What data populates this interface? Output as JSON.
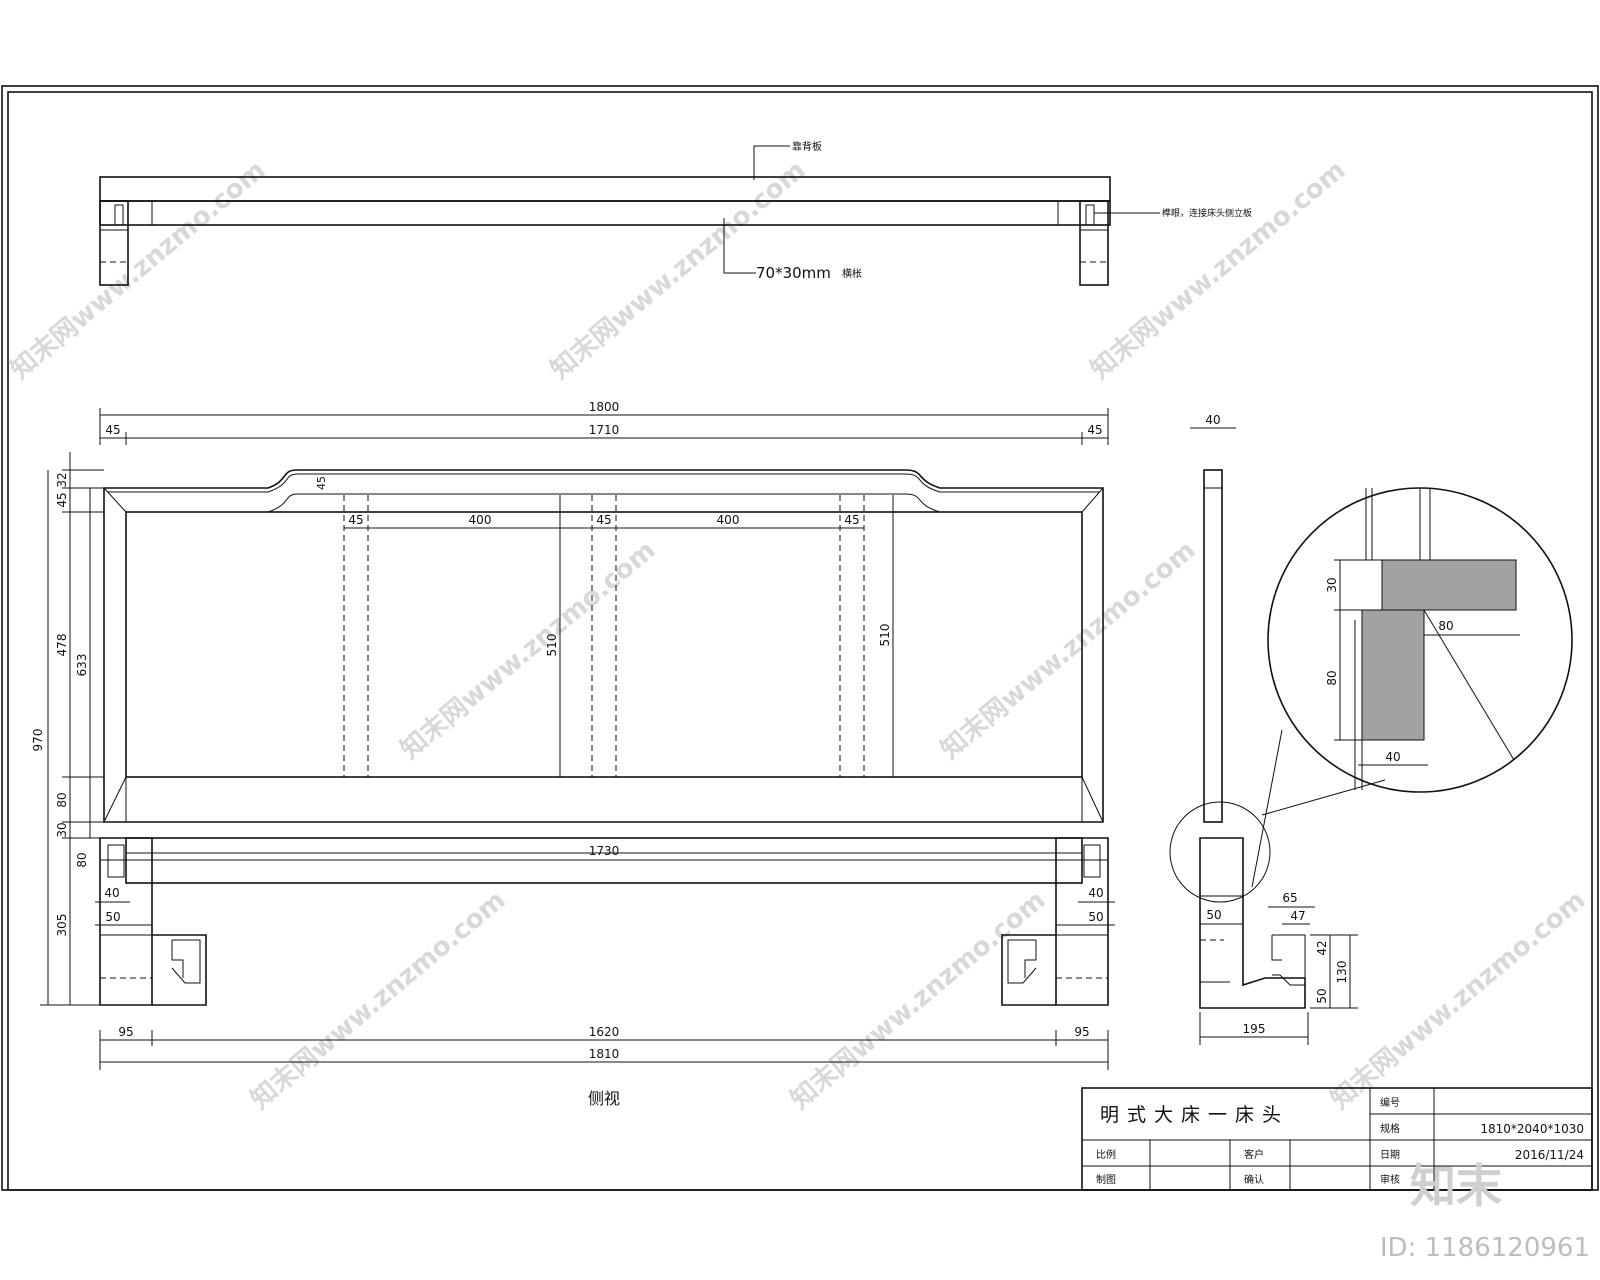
{
  "top_view": {
    "note_top": "靠背板",
    "note_right": "榫眼，连接床头侧立板",
    "rail_label": "70*30mm",
    "rail_note": "横枨"
  },
  "front_view": {
    "dims": {
      "overall_top": "1800",
      "inner_top": "1710",
      "side_top_l": "45",
      "side_top_r": "45",
      "curve_rise": "45",
      "post_a": "45",
      "panel_a": "400",
      "post_b": "45",
      "panel_b": "400",
      "post_c": "45",
      "panel_h_left": "510",
      "panel_h_right": "510",
      "left_32": "32",
      "left_45": "45",
      "left_478": "478",
      "left_633": "633",
      "left_80": "80",
      "left_30": "30",
      "left_80b": "80",
      "left_305": "305",
      "total_h": "970",
      "rail_len": "1730",
      "mortise_l": "40",
      "leg_l": "50",
      "mortise_r": "40",
      "leg_r": "50",
      "bottom_l": "95",
      "bottom_mid": "1620",
      "bottom_r": "95",
      "overall_bottom": "1810"
    },
    "caption": "侧视"
  },
  "side_view": {
    "dims": {
      "top_thk": "40",
      "foot_65": "65",
      "foot_47": "47",
      "leg_50": "50",
      "h_42": "42",
      "h_130": "130",
      "h_50": "50",
      "base_195": "195"
    },
    "detail": {
      "d30": "30",
      "d80_h": "80",
      "d80_v": "80",
      "d40": "40"
    }
  },
  "title_block": {
    "title": "明式大床一床头",
    "code_label": "编号",
    "code_value": "",
    "spec_label": "规格",
    "spec_value": "1810*2040*1030",
    "scale_label": "比例",
    "scale_value": "",
    "client_label": "客户",
    "client_value": "",
    "date_label": "日期",
    "date_value": "2016/11/24",
    "drawn_label": "制图",
    "drawn_value": "",
    "confirm_label": "确认",
    "confirm_value": "",
    "review_label": "审核",
    "review_value": ""
  },
  "watermark": {
    "site": "知末网www.znzmo.com",
    "logo": "知末",
    "id": "ID: 1186120961"
  }
}
